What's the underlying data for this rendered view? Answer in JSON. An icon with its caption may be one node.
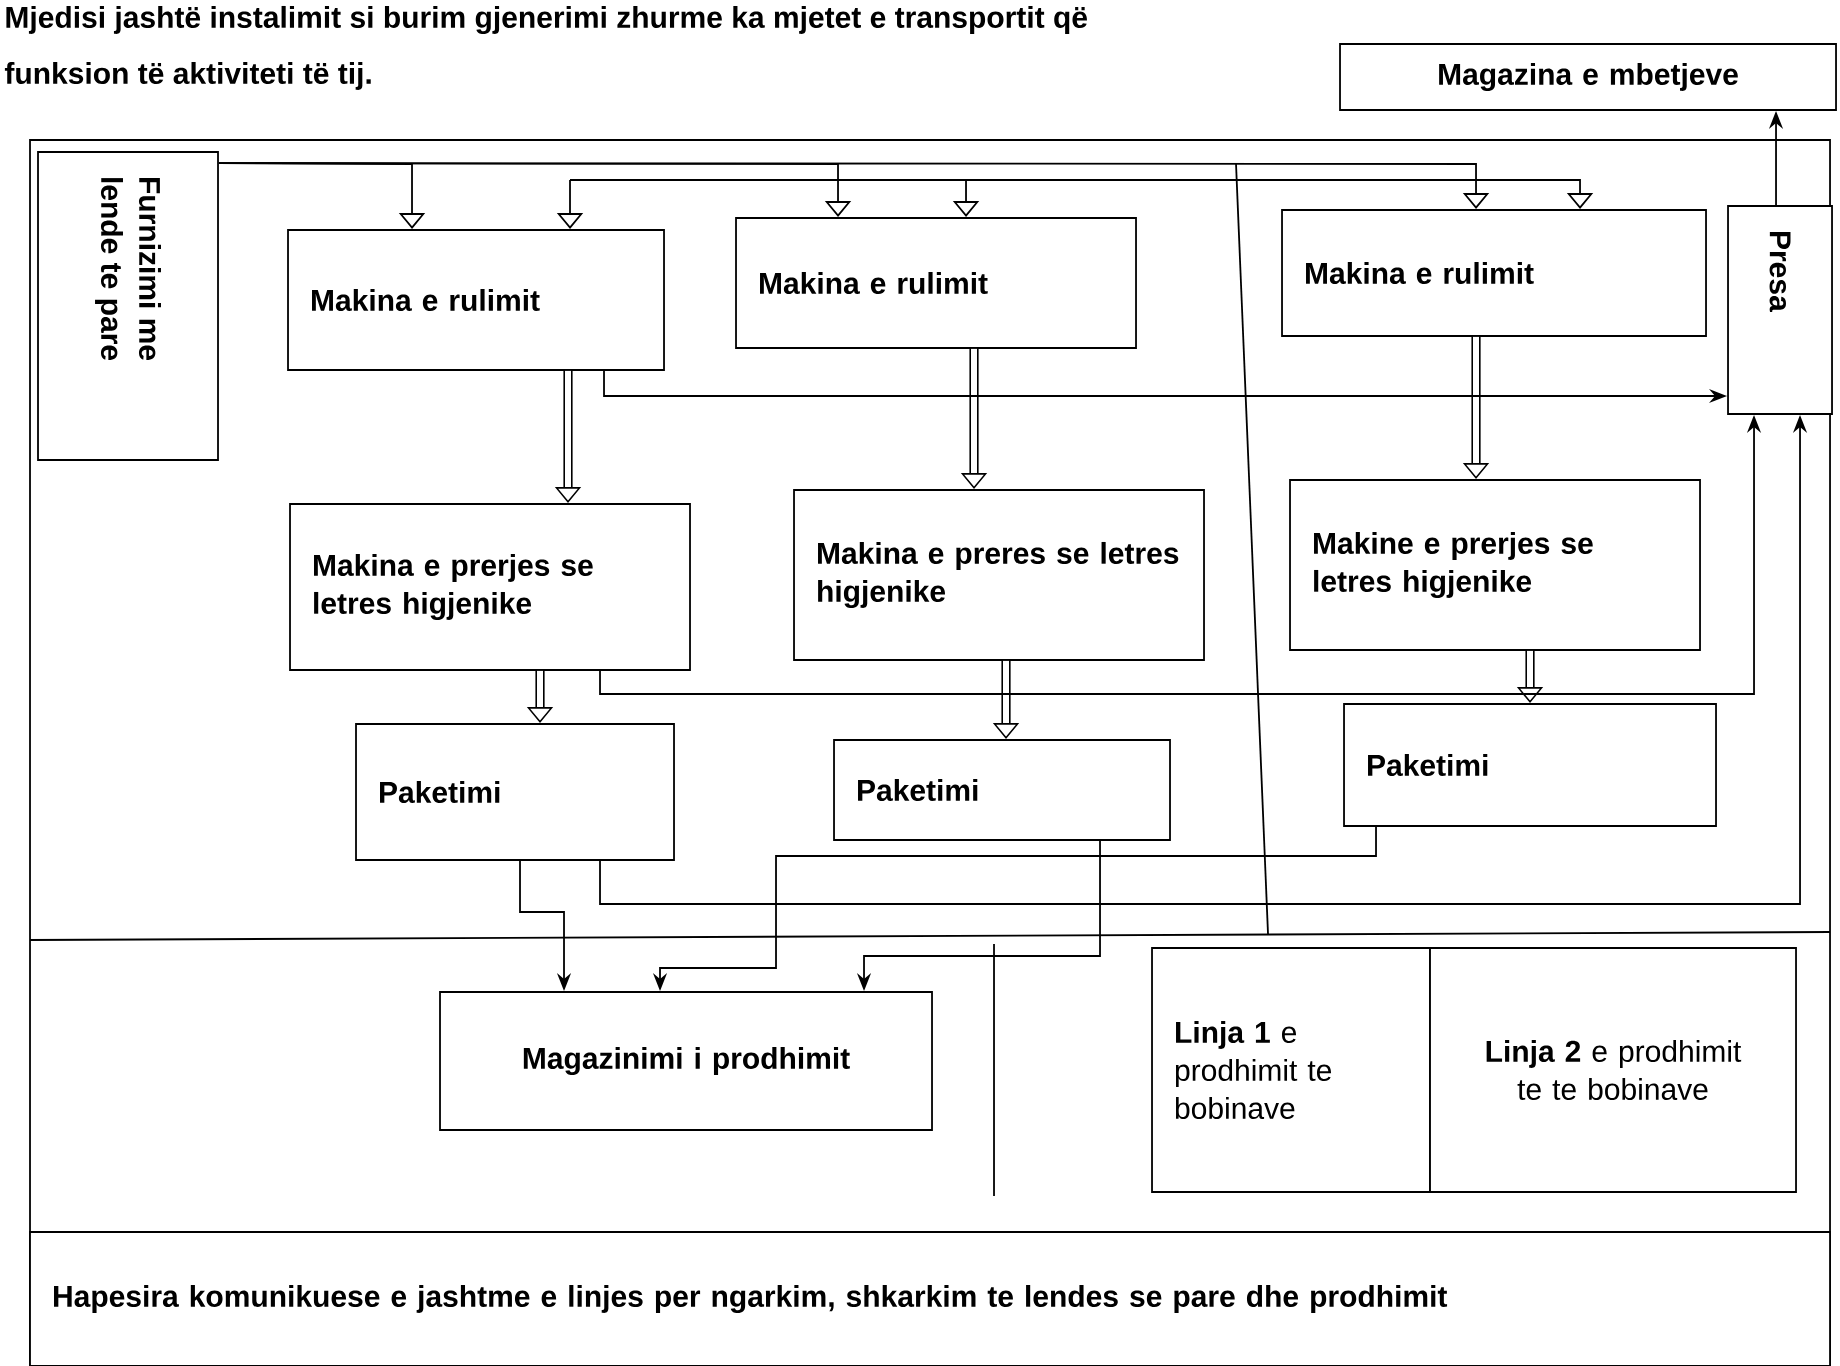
{
  "diagram": {
    "nodes": [
      {
        "text": [
          "Furnizimi me lende te pare"
        ]
      },
      {
        "text": [
          "Makina e rulimit"
        ]
      },
      {
        "text": [
          "Makina e rulimit"
        ]
      },
      {
        "text": [
          "Makina e rulimit"
        ]
      },
      {
        "text": [
          "Presa"
        ]
      },
      {
        "text": [
          "Magazina e mbetjeve"
        ]
      },
      {
        "text": [
          "Makina e prerjes se letres higjenike"
        ]
      },
      {
        "text": [
          "Makina e preres se letres higjenike"
        ]
      },
      {
        "text": [
          "Makine e prerjes se letres higjenike"
        ]
      },
      {
        "text": [
          "Paketimi"
        ]
      },
      {
        "text": [
          "Paketimi"
        ]
      },
      {
        "text": [
          "Paketimi"
        ]
      },
      {
        "text": [
          "Magazinimi i prodhimit"
        ]
      },
      {
        "text": [
          "**Linja 1** e prodhimit te bobinave"
        ]
      },
      {
        "text": [
          "**Linja 2** e prodhimit te te bobinave"
        ]
      },
      {
        "text": [
          "Hapesira komunikuese e jashtme e linjes per ngarkim, shkarkim te lendes se pare dhe prodhimit"
        ]
      }
    ],
    "edges": [
      {
        "from": 0,
        "to": 1,
        "arrow": "to"
      },
      {
        "from": 0,
        "to": 2,
        "arrow": "to"
      },
      {
        "from": 0,
        "to": 3,
        "arrow": "to"
      },
      {
        "from": null,
        "to": 1,
        "arrow": "to"
      },
      {
        "from": null,
        "to": 2,
        "arrow": "to"
      },
      {
        "from": null,
        "to": 3,
        "arrow": "to"
      },
      {
        "from": 1,
        "to": 6,
        "arrow": "to",
        "style": "thick"
      },
      {
        "from": 2,
        "to": 7,
        "arrow": "to",
        "style": "thick"
      },
      {
        "from": 3,
        "to": 8,
        "arrow": "to",
        "style": "thick"
      },
      {
        "from": 1,
        "to": 4,
        "arrow": "to"
      },
      {
        "from": 6,
        "to": 9,
        "arrow": "to",
        "style": "thick"
      },
      {
        "from": 7,
        "to": 10,
        "arrow": "to",
        "style": "thick"
      },
      {
        "from": 8,
        "to": 11,
        "arrow": "to",
        "style": "thick"
      },
      {
        "from": 6,
        "to": 4,
        "arrow": "to"
      },
      {
        "from": 9,
        "to": 4,
        "arrow": "to"
      },
      {
        "from": 4,
        "to": 5,
        "arrow": "to"
      },
      {
        "from": 9,
        "to": 12,
        "arrow": "to"
      },
      {
        "from": 10,
        "to": 12,
        "arrow": "to"
      },
      {
        "from": 11,
        "to": 12,
        "arrow": "to"
      }
    ],
    "labels": [
      "Mjedisi jashtë instalimit si burim gjenerimi zhurme ka mjetet e transportit që",
      "funksion të aktiviteti të tij."
    ]
  }
}
